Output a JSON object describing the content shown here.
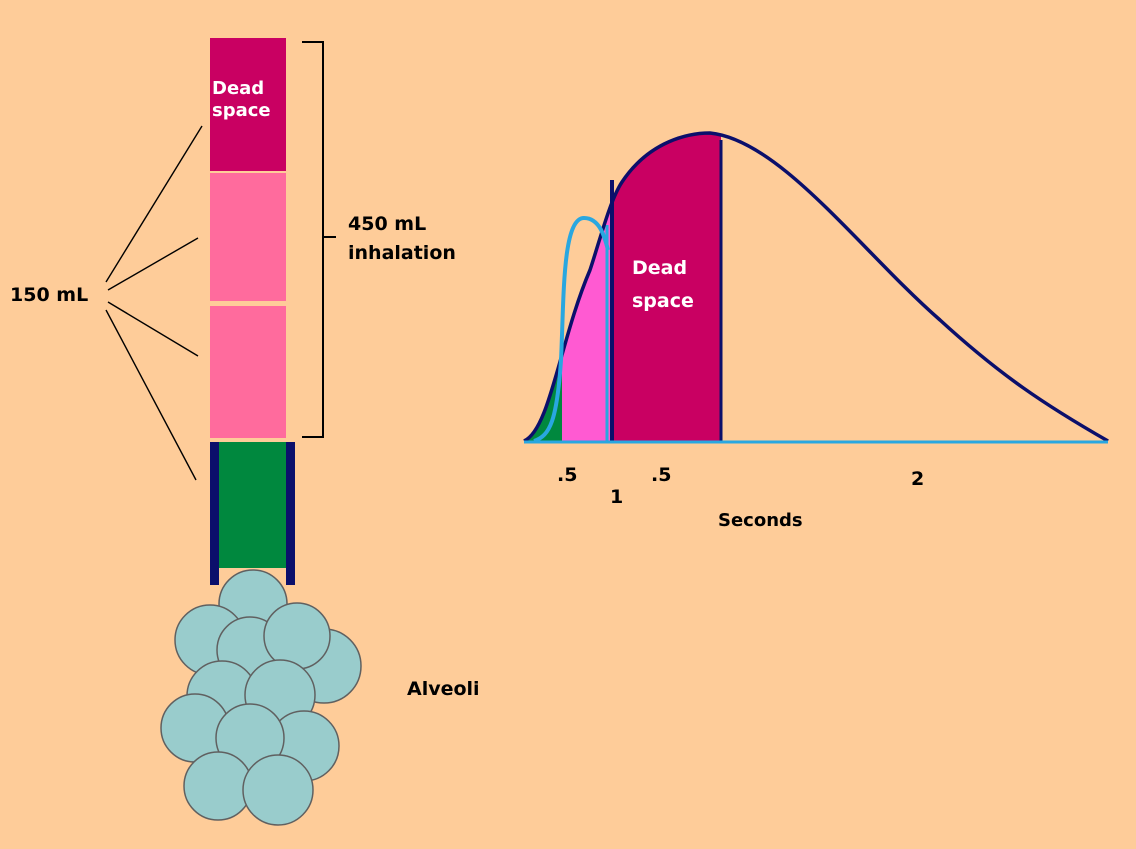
{
  "colors": {
    "background": "#fecc99",
    "dead_space": "#c90062",
    "air_pink": "#ff6b9d",
    "fresh_air_green": "#00883e",
    "tube_wall": "#0b0f6b",
    "alveoli_fill": "#99cccc",
    "alveoli_stroke": "#606060",
    "curve": "#0b0f6b",
    "light_blue": "#29a7e0",
    "magenta": "#ff5ad2"
  },
  "diagram": {
    "column": {
      "dead_space_line1": "Dead",
      "dead_space_line2": "space"
    },
    "bracket": {
      "line1": "450 mL",
      "line2": "inhalation"
    },
    "volume_label": "150 mL",
    "alveoli_label": "Alveoli"
  },
  "chart": {
    "dead_space_line1": "Dead",
    "dead_space_line2": "space",
    "tick_half_1": ".5",
    "tick_one": "1",
    "tick_half_2": ".5",
    "tick_two": "2",
    "axis_label": "Seconds"
  }
}
